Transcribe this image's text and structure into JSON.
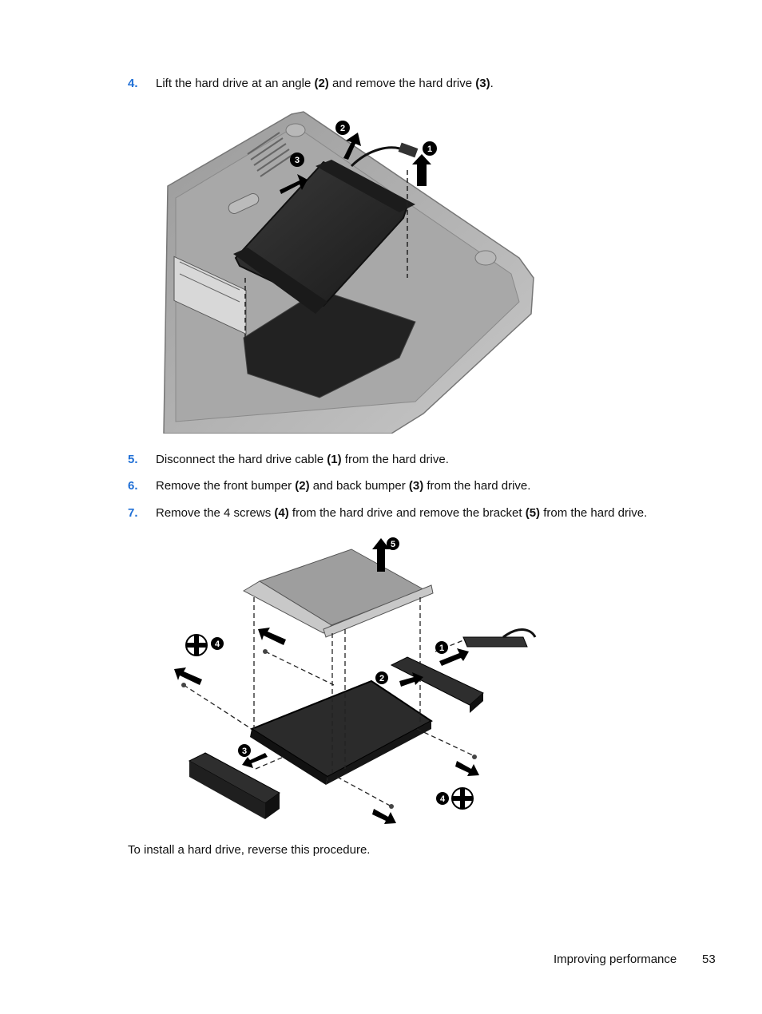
{
  "steps": [
    {
      "num": "4.",
      "parts": [
        "Lift the hard drive at an angle ",
        "(2)",
        " and remove the hard drive ",
        "(3)",
        "."
      ]
    },
    {
      "num": "5.",
      "parts": [
        "Disconnect the hard drive cable ",
        "(1)",
        " from the hard drive."
      ]
    },
    {
      "num": "6.",
      "parts": [
        "Remove the front bumper ",
        "(2)",
        " and back bumper ",
        "(3)",
        " from the hard drive."
      ]
    },
    {
      "num": "7.",
      "parts": [
        "Remove the 4 screws ",
        "(4)",
        " from the hard drive and remove the bracket ",
        "(5)",
        " from the hard drive."
      ]
    }
  ],
  "figure1": {
    "callouts": [
      "1",
      "2",
      "3"
    ]
  },
  "figure2": {
    "callouts": [
      "1",
      "2",
      "3",
      "4",
      "4",
      "5"
    ]
  },
  "closing_text": "To install a hard drive, reverse this procedure.",
  "footer": {
    "section": "Improving performance",
    "page": "53"
  },
  "colors": {
    "step_number": "#1f6fd6",
    "text": "#111111"
  }
}
